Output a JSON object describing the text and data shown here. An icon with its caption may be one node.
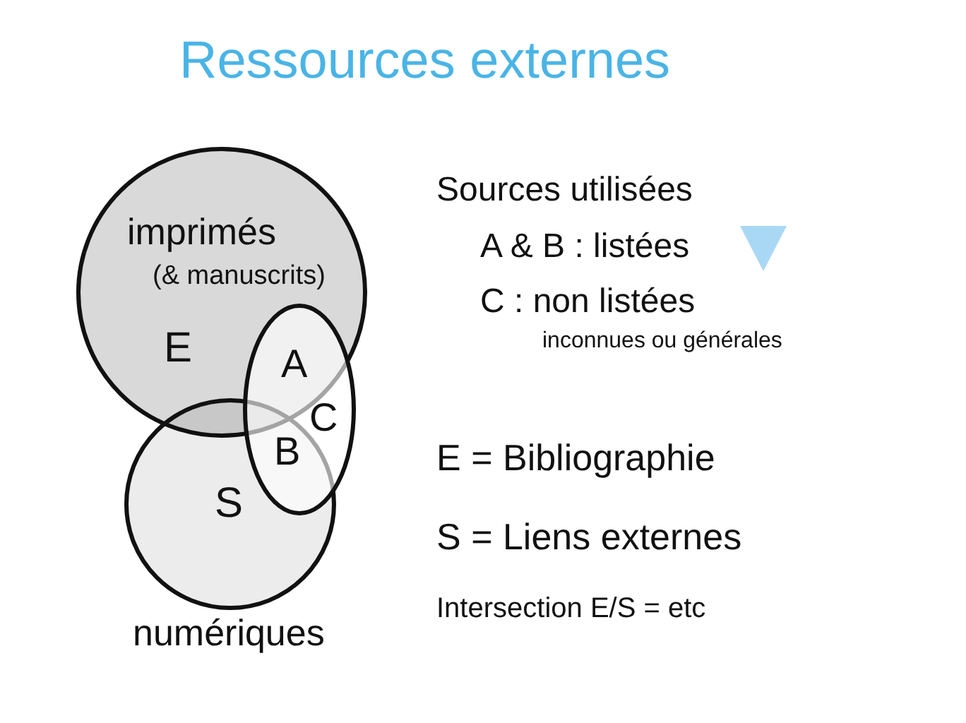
{
  "diagram": {
    "title": "Ressources externes",
    "nodes": [
      {
        "text": [
          "imprimés",
          "(& manuscrits)",
          "E"
        ]
      },
      {
        "text": [
          "S"
        ],
        "beside": [
          "numériques"
        ]
      },
      {
        "text": [
          "A",
          "C",
          "B"
        ]
      }
    ],
    "edges": [],
    "labels": [
      "Sources utilisées",
      "A & B : listées",
      "C : non listées",
      "inconnues ou générales",
      "E = Bibliographie",
      "S = Liens externes",
      "Intersection E/S = etc"
    ]
  }
}
